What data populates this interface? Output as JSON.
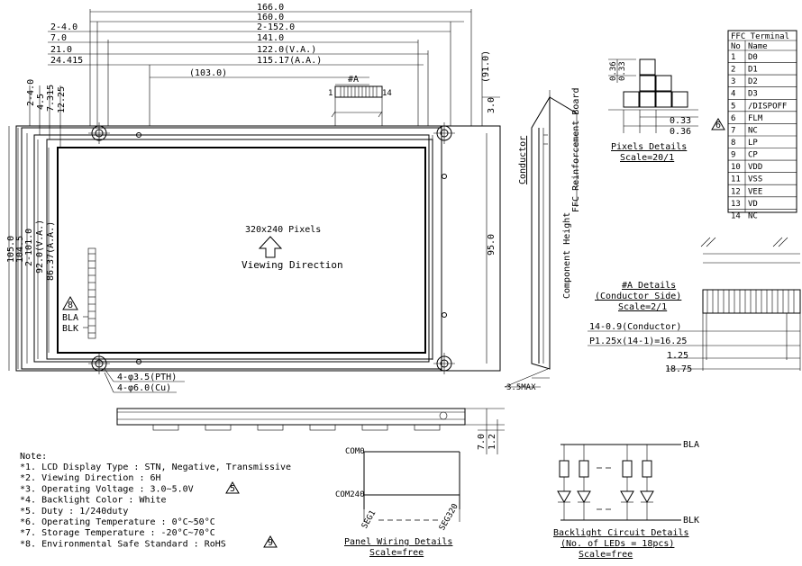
{
  "top_dims": {
    "d166": "166.0",
    "d160": "160.0",
    "d2_152": "2-152.0",
    "d2_4": "2-4.0",
    "d7": "7.0",
    "d141": "141.0",
    "d21": "21.0",
    "d122": "122.0(V.A.)",
    "d24415": "24.415",
    "d11517": "115.17(A.A.)",
    "d103": "(103.0)",
    "d91": "(91.0)",
    "d3": "3.0"
  },
  "left_dims": {
    "a2_4": "2-4.0",
    "a4_5": "4.5",
    "a7315": "7.315",
    "a1225": "12.25",
    "v105": "105.0",
    "v1045": "104.5",
    "v2_101": "2-101.0",
    "v92": "92.0(V.A.)",
    "v8637": "86.37(A.A.)"
  },
  "right_dims": {
    "v95": "95.0"
  },
  "panel": {
    "pixels": "320x240 Pixels",
    "viewing": "Viewing Direction",
    "connector_label": "#A",
    "pin1": "1",
    "pin14": "14",
    "bla": "BLA",
    "blk": "BLK",
    "warn_no": "8"
  },
  "holes": {
    "pth": "4-φ3.5(PTH)",
    "cu": "4-φ6.0(Cu)"
  },
  "side_view": {
    "conductor": "Conductor",
    "component_height": "Component Height",
    "ffc": "FFC Reinforcement Board",
    "max": "3.5MAX"
  },
  "bottom_view": {
    "d7": "7.0",
    "d12": "1.2"
  },
  "pixel_details": {
    "d036": "0.36",
    "d033": "0.33",
    "d033b": "0.33",
    "d036b": "0.36",
    "title": "Pixels Details",
    "scale": "Scale=20/1"
  },
  "ffc_table": {
    "title": "FFC Terminal",
    "header_no": "No",
    "header_name": "Name",
    "rows": [
      {
        "no": "1",
        "name": "D0"
      },
      {
        "no": "2",
        "name": "D1"
      },
      {
        "no": "3",
        "name": "D2"
      },
      {
        "no": "4",
        "name": "D3"
      },
      {
        "no": "5",
        "name": "/DISPOFF"
      },
      {
        "no": "6",
        "name": "FLM"
      },
      {
        "no": "7",
        "name": "NC"
      },
      {
        "no": "8",
        "name": "LP"
      },
      {
        "no": "9",
        "name": "CP"
      },
      {
        "no": "10",
        "name": "VDD"
      },
      {
        "no": "11",
        "name": "VSS"
      },
      {
        "no": "12",
        "name": "VEE"
      },
      {
        "no": "13",
        "name": "VD"
      },
      {
        "no": "14",
        "name": "NC"
      }
    ],
    "warn_no": "6"
  },
  "a_details": {
    "title": "#A Details",
    "sub": "(Conductor Side)",
    "scale": "Scale=2/1",
    "d1": "14-0.9(Conductor)",
    "d2": "P1.25x(14-1)=16.25",
    "d3": "1.25",
    "d4": "18.75"
  },
  "notes": {
    "title": "Note:",
    "items": [
      "*1. LCD Display Type : STN, Negative, Transmissive",
      "*2. Viewing Direction : 6H",
      "*3. Operating Voltage : 3.0~5.0V",
      "*4. Backlight Color : White",
      "*5. Duty : 1/240duty",
      "*6. Operating Temperature : 0°C~50°C",
      "*7. Storage Temperature : -20°C~70°C",
      "*8. Environmental Safe Standard : RoHS"
    ],
    "warn3": "5",
    "warn8": "9"
  },
  "wiring": {
    "com0": "COM0",
    "com240": "COM240",
    "seg1": "SEG1",
    "seg320": "SEG320",
    "title": "Panel Wiring Details",
    "scale": "Scale=free"
  },
  "backlight": {
    "bla": "BLA",
    "blk": "BLK",
    "title": "Backlight Circuit Details",
    "sub": "(No. of LEDs = 18pcs)",
    "scale": "Scale=free"
  }
}
